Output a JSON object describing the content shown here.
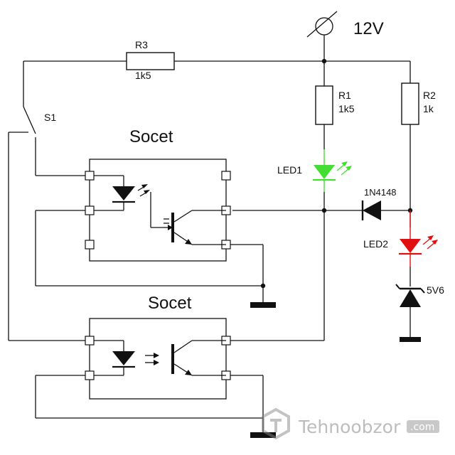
{
  "supply": {
    "label": "12V"
  },
  "components": {
    "r3": {
      "name": "R3",
      "value": "1k5"
    },
    "r1": {
      "name": "R1",
      "value": "1k5"
    },
    "r2": {
      "name": "R2",
      "value": "1k"
    },
    "s1": {
      "name": "S1"
    },
    "led1": {
      "name": "LED1",
      "color": "#44dd33"
    },
    "led2": {
      "name": "LED2",
      "color": "#e01010"
    },
    "diode": {
      "name": "1N4148"
    },
    "zener": {
      "value": "5V6"
    }
  },
  "sockets": {
    "top": {
      "label": "Socet"
    },
    "bottom": {
      "label": "Socet"
    }
  },
  "watermark": {
    "text": "Tehnoobzor",
    "suffix": ".com"
  }
}
